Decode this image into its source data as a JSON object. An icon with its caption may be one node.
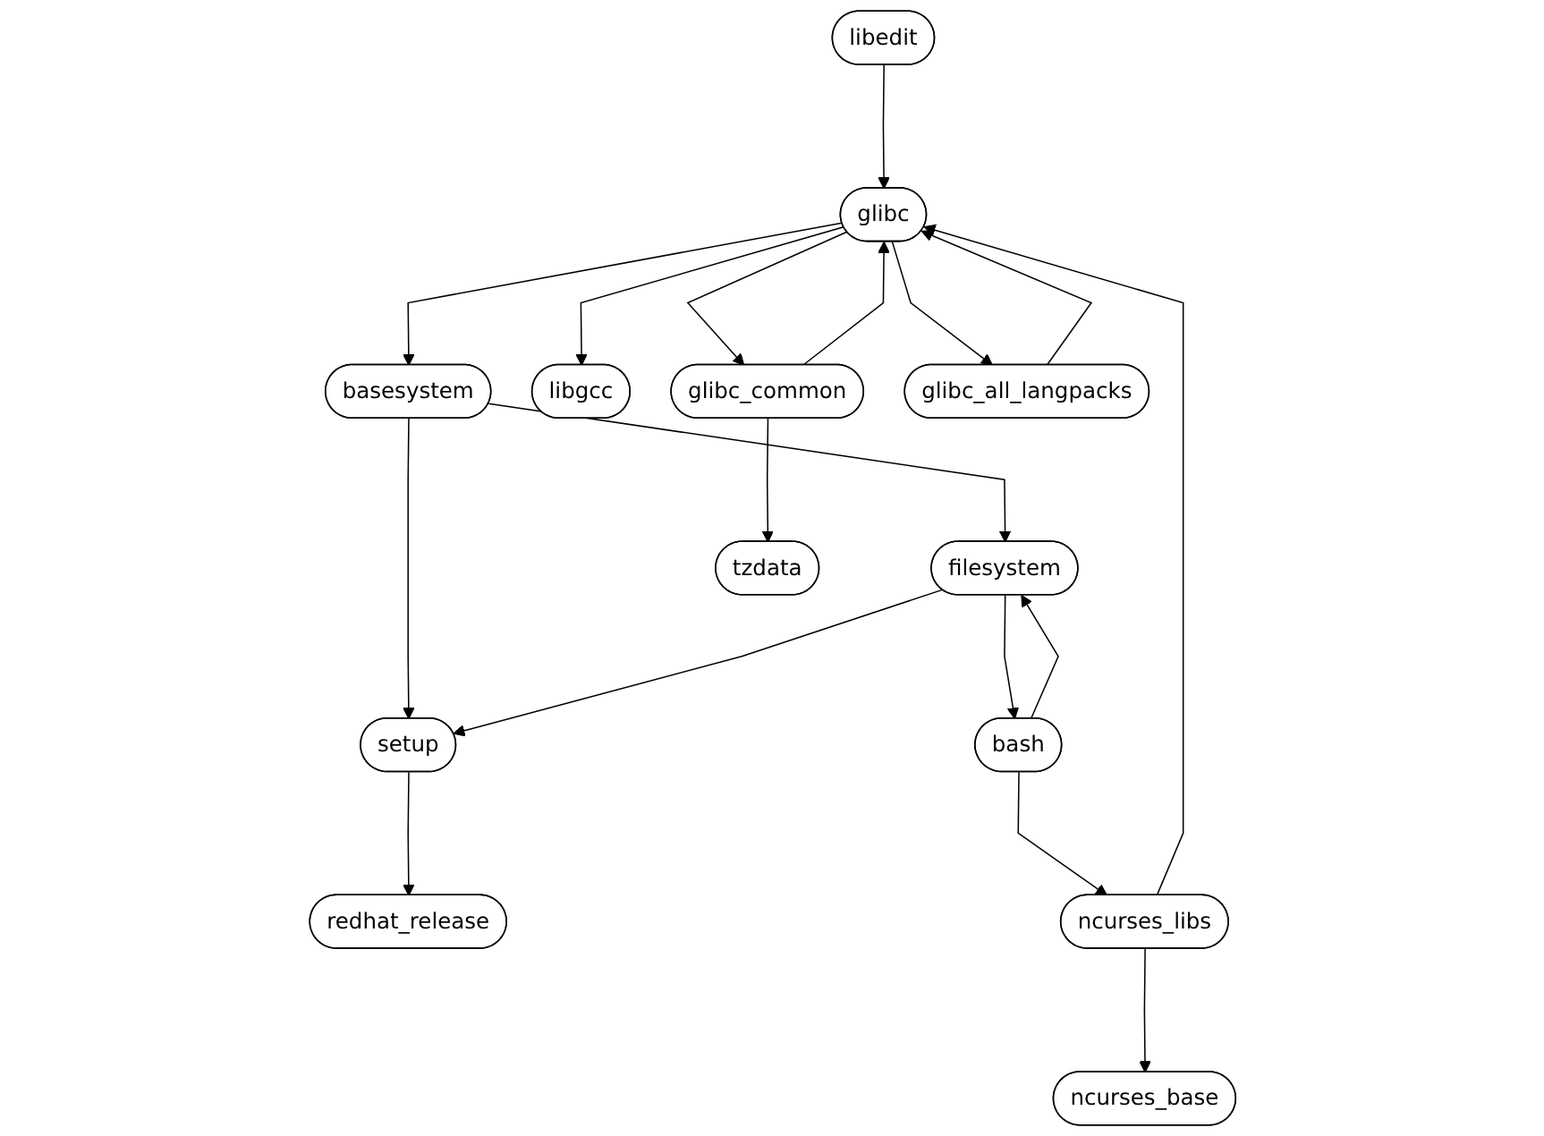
{
  "diagram": {
    "nodes": [
      {
        "text": [
          "libedit"
        ]
      },
      {
        "text": [
          "glibc"
        ]
      },
      {
        "text": [
          "basesystem"
        ]
      },
      {
        "text": [
          "libgcc"
        ]
      },
      {
        "text": [
          "glibc_common"
        ]
      },
      {
        "text": [
          "glibc_all_langpacks"
        ]
      },
      {
        "text": [
          "filesystem"
        ]
      },
      {
        "text": [
          "tzdata"
        ]
      },
      {
        "text": [
          "setup"
        ]
      },
      {
        "text": [
          "bash"
        ]
      },
      {
        "text": [
          "redhat_release"
        ]
      },
      {
        "text": [
          "ncurses_libs"
        ]
      },
      {
        "text": [
          "ncurses_base"
        ]
      }
    ],
    "edges": [
      {
        "from": 0,
        "to": 1,
        "arrow": "to"
      },
      {
        "from": 1,
        "to": 2,
        "arrow": "to"
      },
      {
        "from": 1,
        "to": 3,
        "arrow": "to"
      },
      {
        "from": 1,
        "to": 4,
        "arrow": "to"
      },
      {
        "from": 4,
        "to": 1,
        "arrow": "to"
      },
      {
        "from": 1,
        "to": 5,
        "arrow": "to"
      },
      {
        "from": 5,
        "to": 1,
        "arrow": "to"
      },
      {
        "from": 2,
        "to": 8,
        "arrow": "to"
      },
      {
        "from": 2,
        "to": 6,
        "arrow": "to"
      },
      {
        "from": 4,
        "to": 7,
        "arrow": "to"
      },
      {
        "from": 6,
        "to": 8,
        "arrow": "to"
      },
      {
        "from": 6,
        "to": 9,
        "arrow": "to"
      },
      {
        "from": 9,
        "to": 6,
        "arrow": "to"
      },
      {
        "from": 8,
        "to": 10,
        "arrow": "to"
      },
      {
        "from": 9,
        "to": 11,
        "arrow": "to"
      },
      {
        "from": 11,
        "to": 1,
        "arrow": "to"
      },
      {
        "from": 11,
        "to": 12,
        "arrow": "to"
      }
    ]
  }
}
